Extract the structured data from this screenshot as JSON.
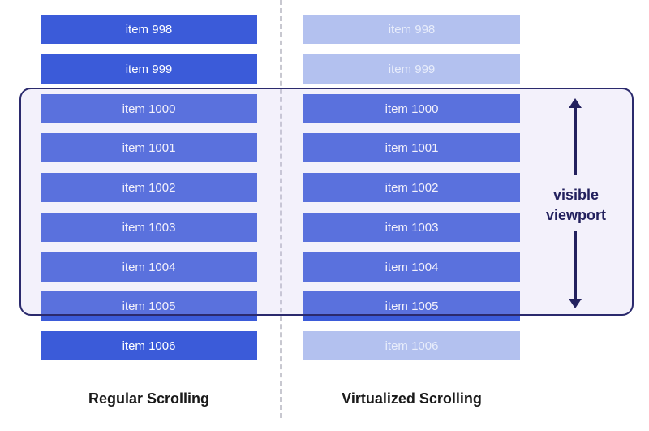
{
  "regular": {
    "caption": "Regular Scrolling",
    "items": [
      {
        "label": "item 998",
        "in_dom": true
      },
      {
        "label": "item 999",
        "in_dom": true
      },
      {
        "label": "item 1000",
        "in_dom": true
      },
      {
        "label": "item 1001",
        "in_dom": true
      },
      {
        "label": "item 1002",
        "in_dom": true
      },
      {
        "label": "item 1003",
        "in_dom": true
      },
      {
        "label": "item 1004",
        "in_dom": true
      },
      {
        "label": "item 1005",
        "in_dom": true
      },
      {
        "label": "item 1006",
        "in_dom": true
      }
    ]
  },
  "virtualized": {
    "caption": "Virtualized Scrolling",
    "items": [
      {
        "label": "item 998",
        "in_dom": false
      },
      {
        "label": "item 999",
        "in_dom": false
      },
      {
        "label": "item 1000",
        "in_dom": true
      },
      {
        "label": "item 1001",
        "in_dom": true
      },
      {
        "label": "item 1002",
        "in_dom": true
      },
      {
        "label": "item 1003",
        "in_dom": true
      },
      {
        "label": "item 1004",
        "in_dom": true
      },
      {
        "label": "item 1005",
        "in_dom": true
      },
      {
        "label": "item 1006",
        "in_dom": false
      }
    ]
  },
  "viewport": {
    "label_line1": "visible",
    "label_line2": "viewport"
  },
  "colors": {
    "item_rendered": "#3b5bd9",
    "item_not_rendered": "#b3c1ef",
    "viewport_border": "#2b2a6d",
    "arrow": "#23215e"
  }
}
